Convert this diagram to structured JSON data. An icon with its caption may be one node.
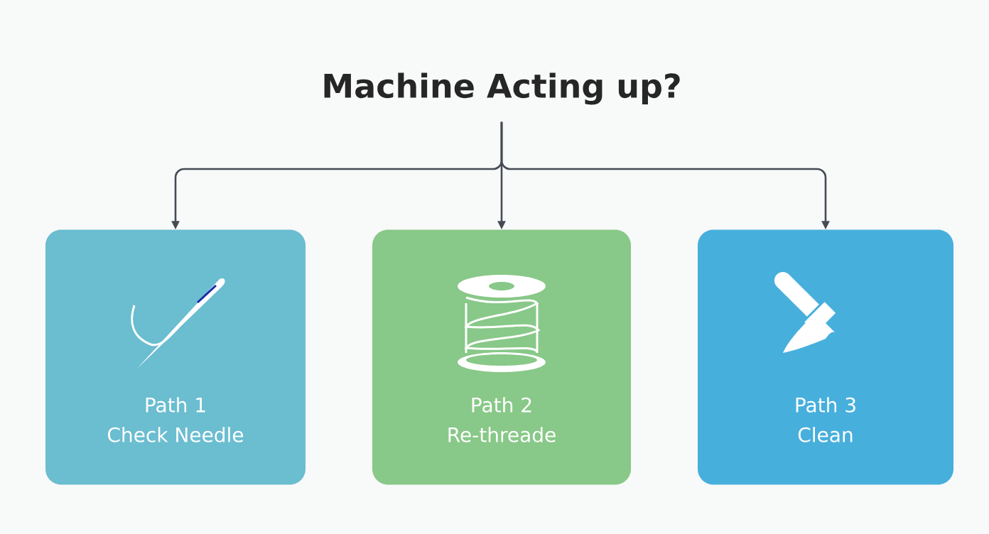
{
  "diagram": {
    "nodes": [
      {
        "text": [
          "Machine Acting up?"
        ]
      },
      {
        "text": [
          "Path 1",
          "Check Needle"
        ]
      },
      {
        "text": [
          "Path 2",
          "Re-threade"
        ]
      },
      {
        "text": [
          "Path 3",
          "Clean"
        ]
      }
    ],
    "edges": [
      {
        "from": 0,
        "to": 1,
        "arrow": "to"
      },
      {
        "from": 0,
        "to": 2,
        "arrow": "to"
      },
      {
        "from": 0,
        "to": 3,
        "arrow": "to"
      }
    ]
  }
}
